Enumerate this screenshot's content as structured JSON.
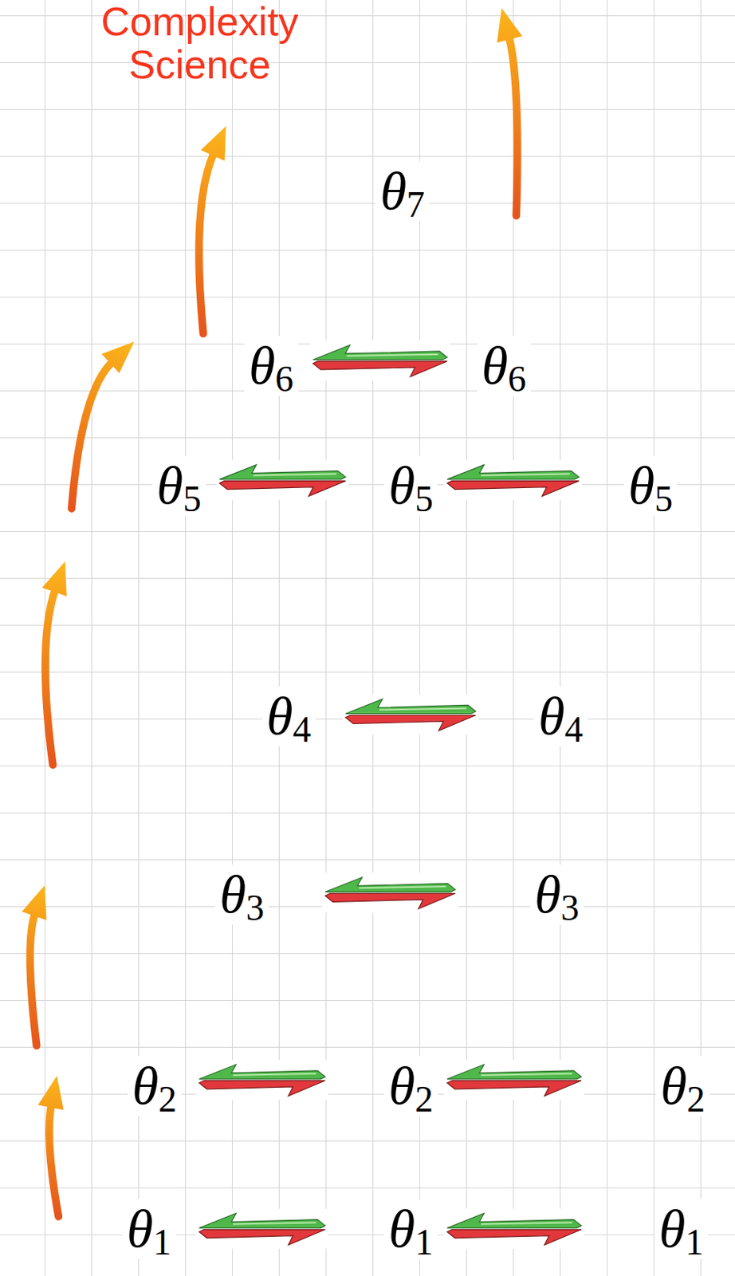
{
  "diagram": {
    "labels": [
      "Complexity Science",
      "θ7",
      "θ6",
      "θ6",
      "θ5",
      "θ5",
      "θ5",
      "θ4",
      "θ4",
      "θ3",
      "θ3",
      "θ2",
      "θ2",
      "θ2",
      "θ1",
      "θ1",
      "θ1"
    ]
  }
}
